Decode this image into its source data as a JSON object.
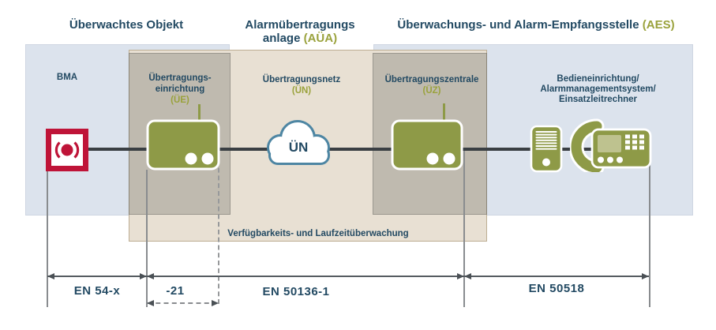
{
  "headers": {
    "object": "Überwachtes Objekt",
    "aua_line1": "Alarmübertragungs",
    "aua_line2": "anlage",
    "aua_abbr": "(AÜA)",
    "aes_text": "Überwachungs- und Alarm-Empfangsstelle",
    "aes_abbr": "(AES)"
  },
  "nodes": {
    "bma": {
      "label": "BMA"
    },
    "ue": {
      "line1": "Übertragungs-",
      "line2": "einrichtung",
      "abbr": "(ÜE)"
    },
    "un": {
      "line1": "Übertragungsnetz",
      "abbr": "(ÜN)",
      "cloud": "ÜN"
    },
    "uz": {
      "line1": "Übertragungszentrale",
      "abbr": "(ÜZ)"
    },
    "aes_equipment": {
      "line1": "Bedieneinrichtung/",
      "line2": "Alarmmanagementsystem/",
      "line3": "Einsatzleitrechner"
    }
  },
  "monitoring": {
    "label": "Verfügbarkeits- und Laufzeitüberwachung"
  },
  "standards": {
    "en54": "EN 54-x",
    "part21": "-21",
    "en50136": "EN 50136-1",
    "en50518": "EN 50518"
  },
  "colors": {
    "navy_text": "#234a63",
    "olive_fill": "#8e9a47",
    "olive_accent_text": "#9aa23c",
    "alarm_red": "#bf1438",
    "panel_blue": "#dce3ed",
    "panel_tan": "#e8e0d3",
    "overlay_gray": "#b7b8b4",
    "cloud_stroke": "#4e86a3",
    "connector_dark": "#3a3f43"
  }
}
